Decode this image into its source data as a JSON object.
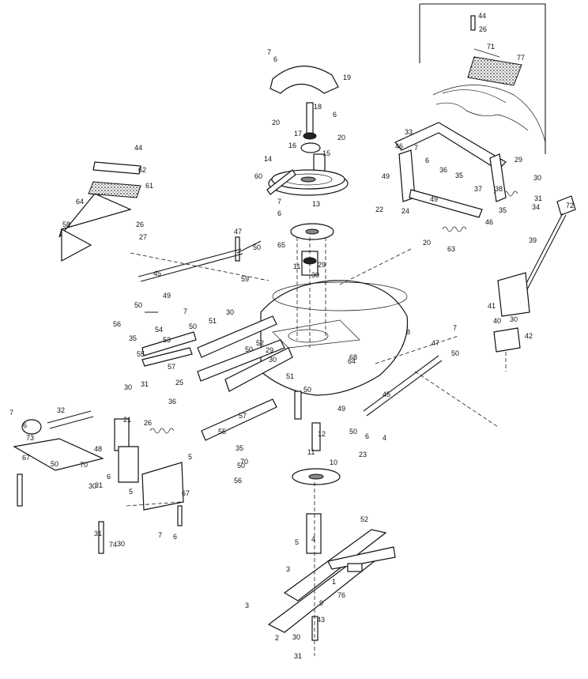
{
  "figure": {
    "kind": "exploded-parts-diagram",
    "callouts": [
      "44",
      "26",
      "71",
      "77",
      "7",
      "6",
      "19",
      "18",
      "6",
      "20",
      "17",
      "16",
      "15",
      "14",
      "60",
      "20",
      "33",
      "46",
      "7",
      "6",
      "49",
      "36",
      "35",
      "22",
      "24",
      "38",
      "37",
      "29",
      "30",
      "31",
      "72",
      "13",
      "7",
      "6",
      "65",
      "44",
      "62",
      "61",
      "64",
      "58",
      "26",
      "27",
      "47",
      "50",
      "11",
      "29",
      "30",
      "39",
      "45",
      "59",
      "49",
      "50",
      "56",
      "35",
      "54",
      "53",
      "7",
      "50",
      "51",
      "30",
      "8",
      "41",
      "40",
      "30",
      "42",
      "63",
      "20",
      "46",
      "35",
      "34",
      "49",
      "55",
      "57",
      "52",
      "50",
      "29",
      "30",
      "64",
      "68",
      "47",
      "50",
      "7",
      "30",
      "31",
      "25",
      "51",
      "50",
      "57",
      "32",
      "7",
      "6",
      "73",
      "21",
      "26",
      "36",
      "55",
      "49",
      "50",
      "45",
      "12",
      "35",
      "11",
      "10",
      "23",
      "4",
      "6",
      "50",
      "48",
      "70",
      "31",
      "6",
      "30",
      "7",
      "5",
      "67",
      "70",
      "50",
      "56",
      "31",
      "30",
      "6",
      "52",
      "4",
      "5",
      "2",
      "3",
      "9",
      "1",
      "3",
      "43",
      "30",
      "31",
      "76",
      "74",
      "5",
      "67",
      "52",
      "6",
      "73"
    ]
  },
  "colors": {
    "line": "#1a1a1a",
    "paper": "#ffffff"
  }
}
